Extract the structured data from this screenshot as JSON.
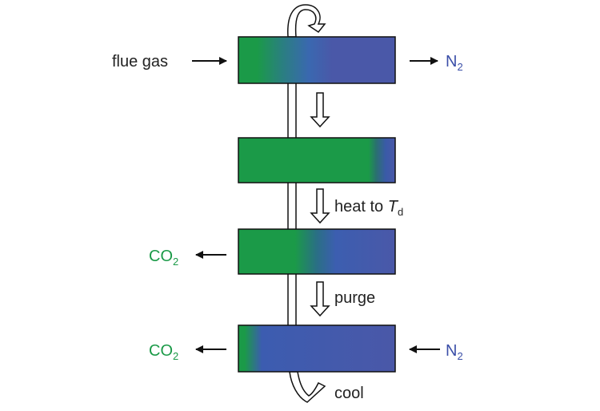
{
  "colors": {
    "green": "#1b9a48",
    "blue": "#4a58a8",
    "outline": "#111111"
  },
  "labels": {
    "flue_gas": "flue gas",
    "n2_out": {
      "main": "N",
      "sub": "2"
    },
    "heat_to": "heat to ",
    "td": {
      "main": "T",
      "sub": "d"
    },
    "co2_step3": {
      "main": "CO",
      "sub": "2"
    },
    "purge": "purge",
    "co2_step4": {
      "main": "CO",
      "sub": "2"
    },
    "n2_in": {
      "main": "N",
      "sub": "2"
    },
    "cool": "cool"
  }
}
